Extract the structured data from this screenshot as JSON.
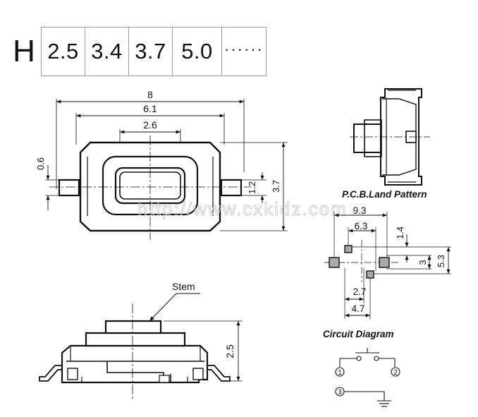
{
  "height_table": {
    "letter": "H",
    "values": [
      "2.5",
      "3.4",
      "3.7",
      "5.0",
      "······"
    ]
  },
  "top_view": {
    "dim_overall_length": "8",
    "dim_body_length": "6.1",
    "dim_stem_width": "2.6",
    "dim_terminal_thickness": "0.6",
    "dim_terminal_width": "1.2",
    "dim_body_width": "3.7"
  },
  "watermark": "http://www.cxkidz.com",
  "side_view": {
    "stem_label": "Stem",
    "dim_height": "2.5"
  },
  "pcb_land": {
    "title": "P.C.B.Land Pattern",
    "dim_pad_outer": "9.3",
    "dim_pad_inner": "6.3",
    "dim_pad_size": "1.4",
    "dim_gap": "3",
    "dim_total": "5.3",
    "dim_small_1": "2.7",
    "dim_small_2": "4.7"
  },
  "circuit": {
    "title": "Circuit Diagram",
    "pin1": "1",
    "pin2": "2",
    "pin3": "3"
  }
}
